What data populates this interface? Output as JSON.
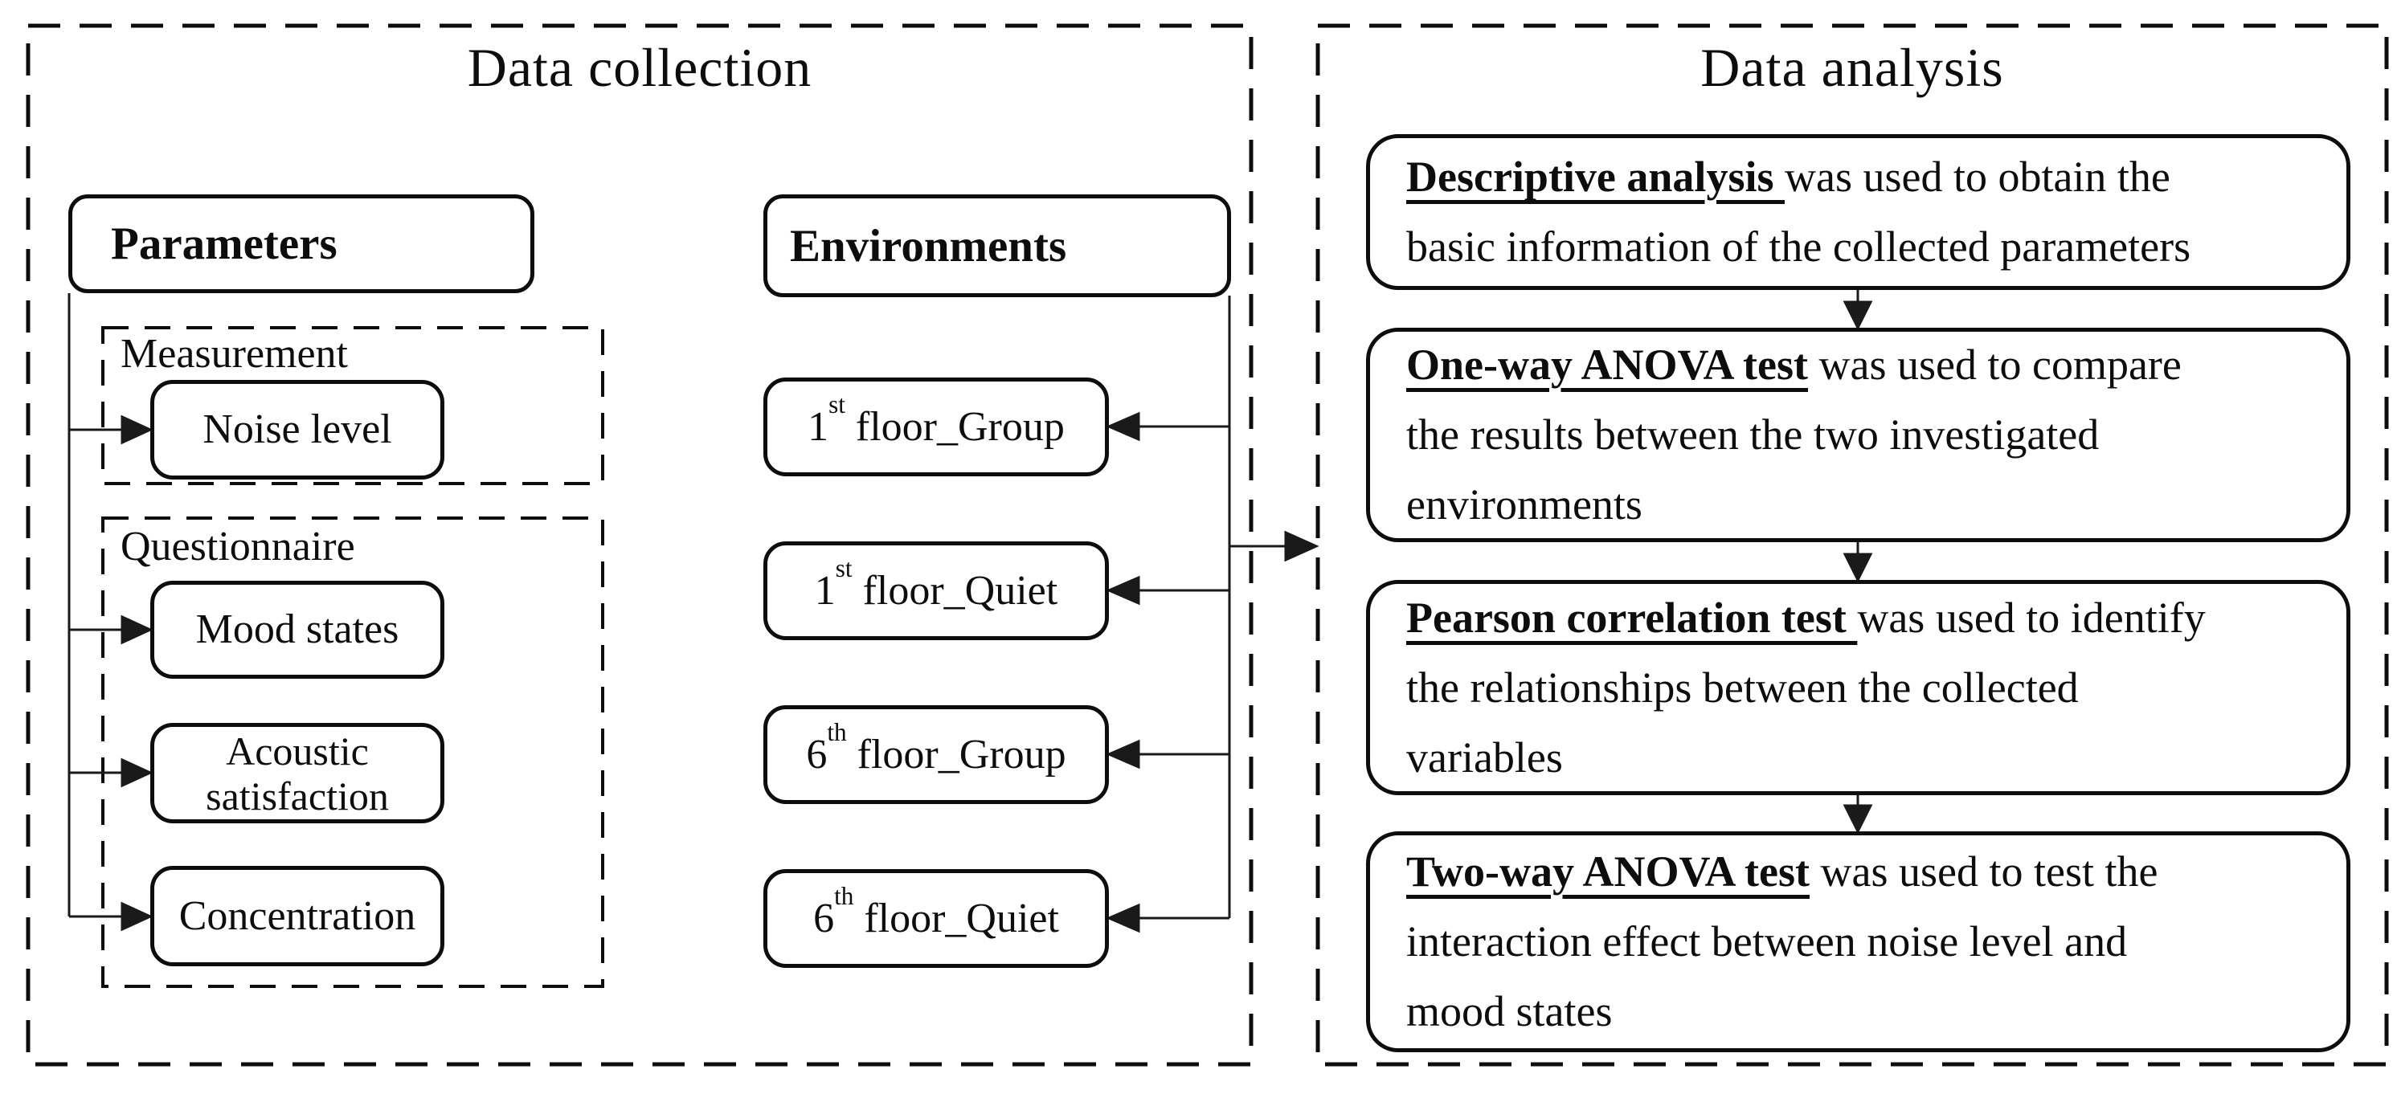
{
  "collection": {
    "title": "Data collection",
    "parameters_header": "Parameters",
    "measurement": {
      "label": "Measurement",
      "box": "Noise level"
    },
    "questionnaire": {
      "label": "Questionnaire",
      "boxes": [
        "Mood states",
        "Acoustic satisfaction",
        "Concentration"
      ]
    },
    "environments": {
      "header": "Environments",
      "items": [
        {
          "num": "1",
          "sup": "st",
          "rest": " floor_Group"
        },
        {
          "num": "1",
          "sup": "st",
          "rest": " floor_Quiet"
        },
        {
          "num": "6",
          "sup": "th",
          "rest": " floor_Group"
        },
        {
          "num": "6",
          "sup": "th",
          "rest": " floor_Quiet"
        }
      ]
    }
  },
  "analysis": {
    "title": "Data analysis",
    "boxes": [
      {
        "highlight": "Descriptive analysis ",
        "lines": [
          "was used to obtain the",
          "basic information of the collected parameters"
        ]
      },
      {
        "highlight": "One-way ANOVA test",
        "lines": [
          " was used to compare",
          "the results between the two investigated",
          "environments"
        ]
      },
      {
        "highlight": "Pearson correlation test ",
        "lines": [
          "was used to identify",
          "the relationships between the collected",
          "variables"
        ]
      },
      {
        "highlight": "Two-way ANOVA test",
        "lines": [
          " was used to test the",
          "interaction effect between noise level and",
          "mood states"
        ]
      }
    ]
  },
  "colors": {
    "ink": "#0d0d0d",
    "background": "#ffffff"
  }
}
